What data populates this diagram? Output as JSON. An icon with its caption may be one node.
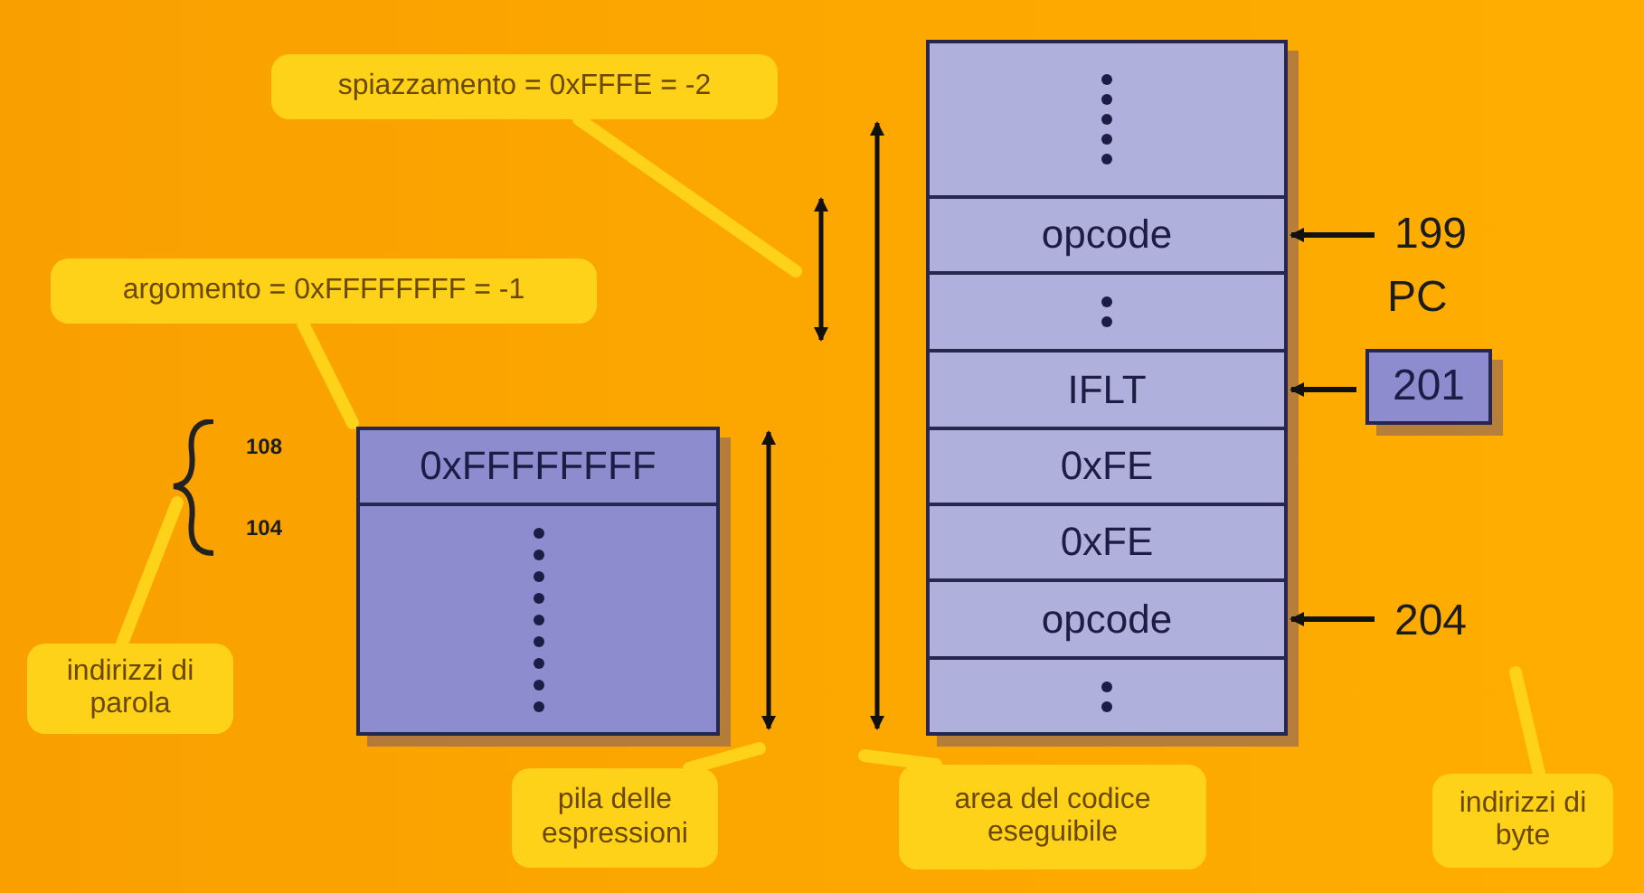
{
  "diagram": {
    "nodes": [
      {
        "text": [
          "0xFFFFFFFF"
        ]
      },
      {
        "text": [],
        "shape": "box"
      },
      {
        "text": [],
        "shape": "box"
      },
      {
        "text": [
          "opcode"
        ]
      },
      {
        "text": [],
        "shape": "box"
      },
      {
        "text": [
          "IFLT"
        ]
      },
      {
        "text": [
          "0xFE"
        ]
      },
      {
        "text": [
          "0xFE"
        ]
      },
      {
        "text": [
          "opcode"
        ]
      },
      {
        "text": [],
        "shape": "box"
      },
      {
        "text": [
          "199"
        ]
      },
      {
        "text": [
          "PC",
          "201"
        ]
      },
      {
        "text": [
          "204"
        ]
      },
      {
        "text": [
          "spiazzamento = 0xFFFE = -2"
        ]
      },
      {
        "text": [
          "argomento = 0xFFFFFFFF = -1"
        ]
      },
      {
        "text": [
          "indirizzi di parola"
        ]
      },
      {
        "text": [
          "pila delle espressioni"
        ]
      },
      {
        "text": [
          "area del codice eseguibile"
        ]
      },
      {
        "text": [
          "indirizzi di byte"
        ]
      },
      {
        "text": [],
        "shape": "brace"
      }
    ],
    "edges": [
      {
        "from": 10,
        "to": 3,
        "arrow": "to",
        "color": "#111111"
      },
      {
        "from": 11,
        "to": 5,
        "arrow": "to",
        "color": "#111111"
      },
      {
        "from": 12,
        "to": 8,
        "arrow": "to",
        "color": "#111111"
      },
      {
        "from": 13,
        "to": null,
        "arrow": "none"
      },
      {
        "from": 14,
        "to": 0,
        "arrow": "none"
      },
      {
        "from": 15,
        "to": 19,
        "arrow": "none"
      },
      {
        "from": 16,
        "to": null,
        "arrow": "none"
      },
      {
        "from": 17,
        "to": null,
        "arrow": "none"
      },
      {
        "from": 18,
        "to": null,
        "arrow": "none"
      }
    ],
    "labels": [
      "108",
      "104"
    ]
  }
}
